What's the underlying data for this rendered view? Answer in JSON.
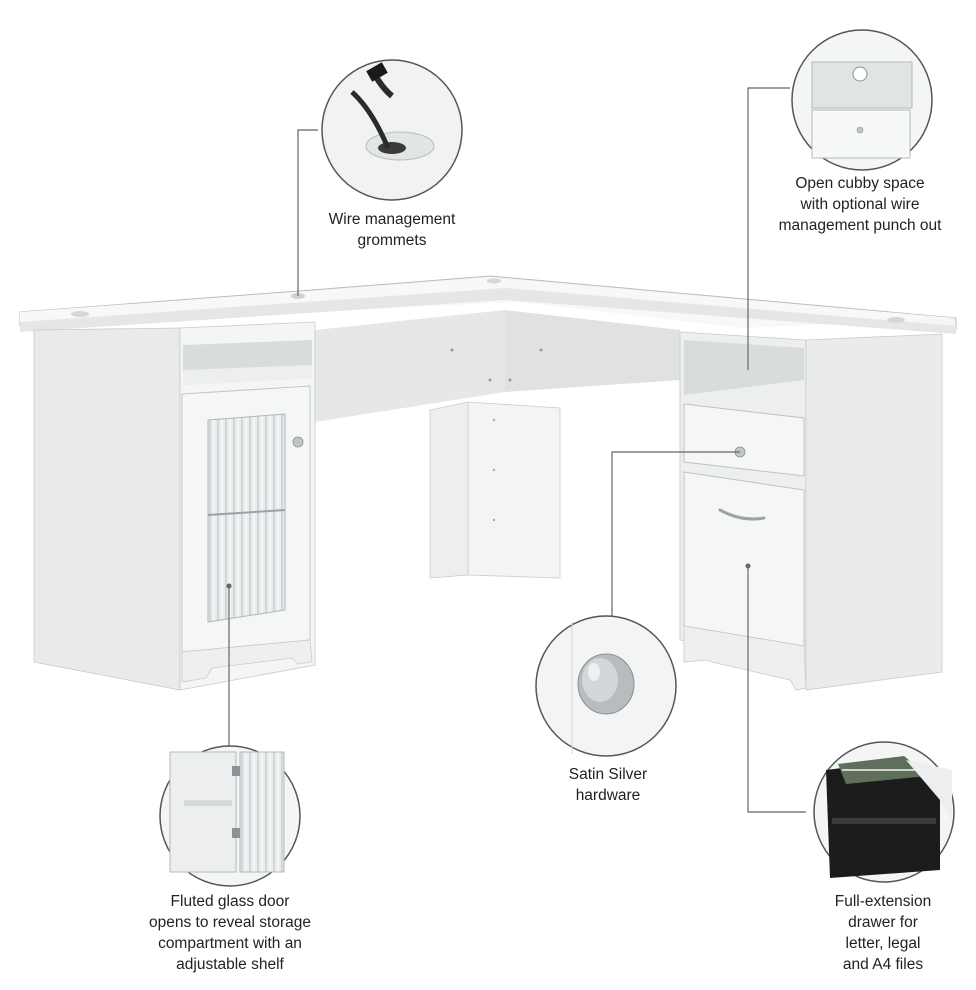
{
  "callouts": {
    "wire_grommets": {
      "lines": [
        "Wire management",
        "grommets"
      ]
    },
    "cubby": {
      "lines": [
        "Open cubby space",
        "with optional wire",
        "management punch out"
      ]
    },
    "hardware": {
      "lines": [
        "Satin Silver",
        "hardware"
      ]
    },
    "glass_door": {
      "lines": [
        "Fluted glass door",
        "opens to reveal storage",
        "compartment with an",
        "adjustable shelf"
      ]
    },
    "drawer": {
      "lines": [
        "Full-extension",
        "drawer for",
        "letter, legal",
        "and A4 files"
      ]
    }
  },
  "colors": {
    "desk_white": "#f2f3f3",
    "desk_shade": "#e2e4e5",
    "leader_line": "#666666",
    "hardware_silver": "#b9bcbf",
    "drawer_dark": "#1c1c1c"
  }
}
